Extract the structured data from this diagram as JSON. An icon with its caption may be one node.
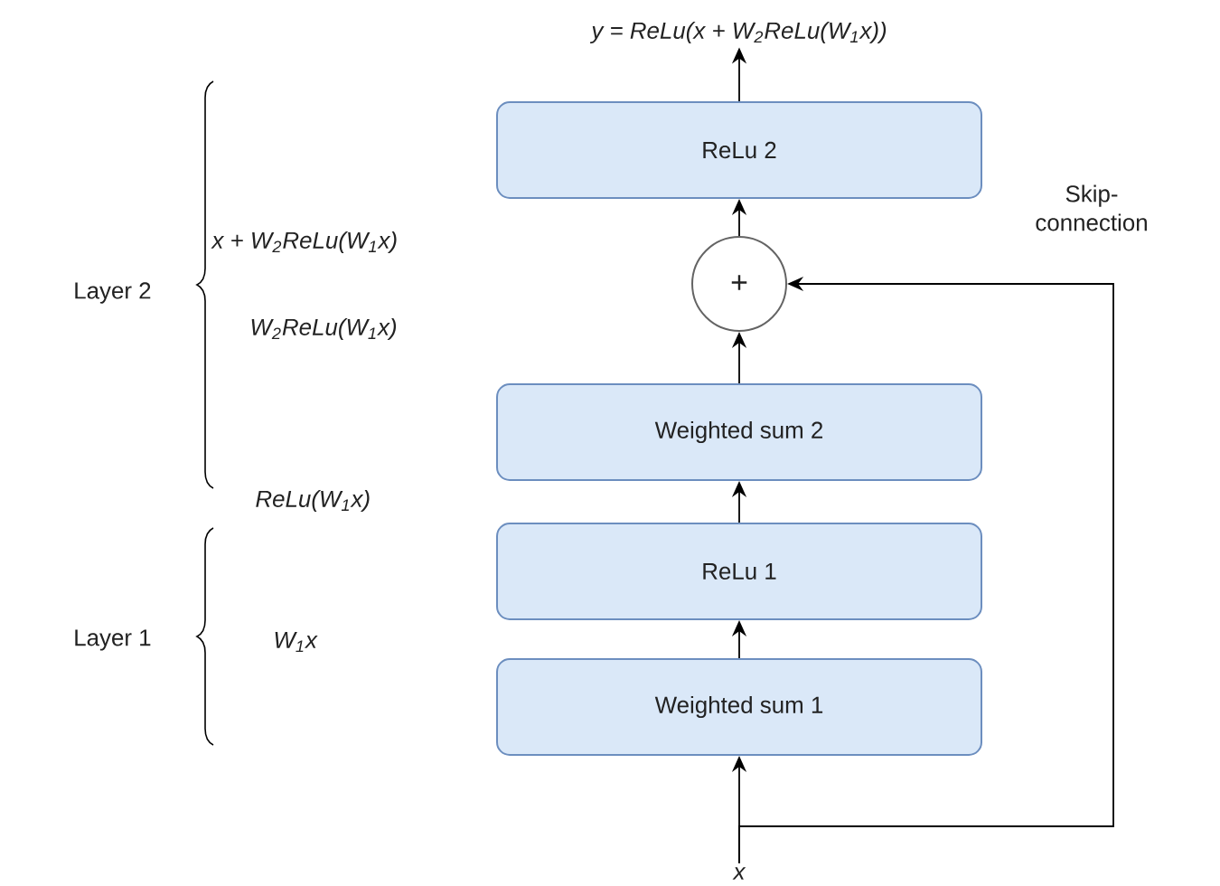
{
  "diagram": {
    "nodes": [
      {
        "text": [
          "y = ReLu(x + W$_{2}$ReLu(W$_{1}$x))"
        ]
      },
      {
        "text": [
          "ReLu 2"
        ]
      },
      {
        "text": [
          "+"
        ]
      },
      {
        "text": [
          "Weighted sum 2"
        ]
      },
      {
        "text": [
          "ReLu 1"
        ]
      },
      {
        "text": [
          "Weighted sum 1"
        ]
      },
      {
        "text": [
          "x"
        ]
      }
    ],
    "edges": [
      {
        "from": 1,
        "to": 0,
        "arrow": "to"
      },
      {
        "from": 2,
        "to": 1,
        "arrow": "to"
      },
      {
        "from": 3,
        "to": 2,
        "arrow": "to"
      },
      {
        "from": 4,
        "to": 3,
        "arrow": "to"
      },
      {
        "from": 5,
        "to": 4,
        "arrow": "to"
      },
      {
        "from": 6,
        "to": 5,
        "arrow": "to"
      },
      {
        "from": 6,
        "to": 2,
        "arrow": "to",
        "label": "Skip- connection"
      }
    ],
    "labels": [
      "Layer 2",
      "x + W$_{2}$ReLu(W$_{1}$x)",
      "W$_{2}$ReLu(W$_{1}$x)",
      "ReLu(W$_{1}$x)",
      "Layer 1",
      "W$_{1}$x"
    ]
  }
}
